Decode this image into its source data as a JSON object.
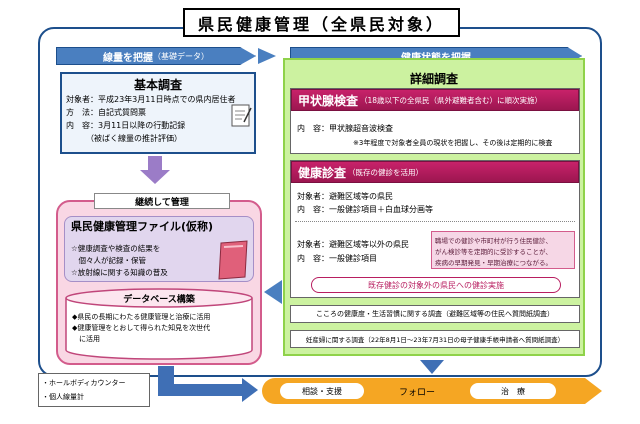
{
  "title": "県民健康管理（全県民対象）",
  "left_banner": {
    "label": "線量を把握",
    "note": "（基礎データ）"
  },
  "right_banner": {
    "label": "健康状態を把握"
  },
  "basic_survey": {
    "title": "基本調査",
    "lines": [
      "対象者：平成23年3月11日時点での県内居住者",
      "方　法：自記式質問票",
      "内　容：3月11日以降の行動記録",
      "　　　（被ばく線量の推計評価）"
    ]
  },
  "detailed": {
    "title": "詳細調査",
    "thyroid": {
      "title": "甲状腺検査",
      "note": "（18歳以下の全県民（県外避難者含む）に順次実施）",
      "line1": "内　容：甲状腺超音波検査",
      "line2": "※3年程度で対象者全員の現状を把握し、その後は定期的に検査"
    },
    "checkup": {
      "title": "健康診査",
      "note": "（既存の健診を活用）",
      "a1": "対象者：避難区域等の県民",
      "a2": "内　容：一般健診項目＋白血球分画等",
      "b1": "対象者：避難区域等以外の県民",
      "b2": "内　容：一般健診項目",
      "callout": [
        "職場での健診や市町村が行う住民健診、",
        "がん検診等を定期的に受診することが、",
        "疾病の早期発見・早期治療につながる。"
      ],
      "bottom": "既存健診の対象外の県民への健診実施"
    },
    "mental": "こころの健康度・生活習慣に関する調査（避難区域等の住民へ質問紙調査）",
    "pregnant": "妊産婦に関する調査（22年8月1日～23年7月31日の母子健康手帳申請者へ質問紙調査）"
  },
  "continuous": {
    "banner": "継続して管理",
    "file_title": "県民健康管理ファイル(仮称)",
    "file_lines": [
      "☆健康調査や検査の結果を",
      "　個々人が記録・保管",
      "☆放射線に関する知識の普及"
    ],
    "db_title": "データベース構築",
    "db_lines": [
      "◆県民の長期にわたる健康管理と治療に活用",
      "◆健康管理をとおして得られた知見を次世代",
      "　に活用"
    ]
  },
  "devices": [
    "・ホールボディカウンター",
    "・個人線量計"
  ],
  "follow": {
    "left": "相談・支援",
    "center": "フォロー",
    "right": "治　療"
  },
  "colors": {
    "blue": "#4a7fc0",
    "green": "#ccf2a0",
    "pink": "#f9d7e4",
    "magenta": "#b81e60",
    "orange": "#f5a623"
  }
}
